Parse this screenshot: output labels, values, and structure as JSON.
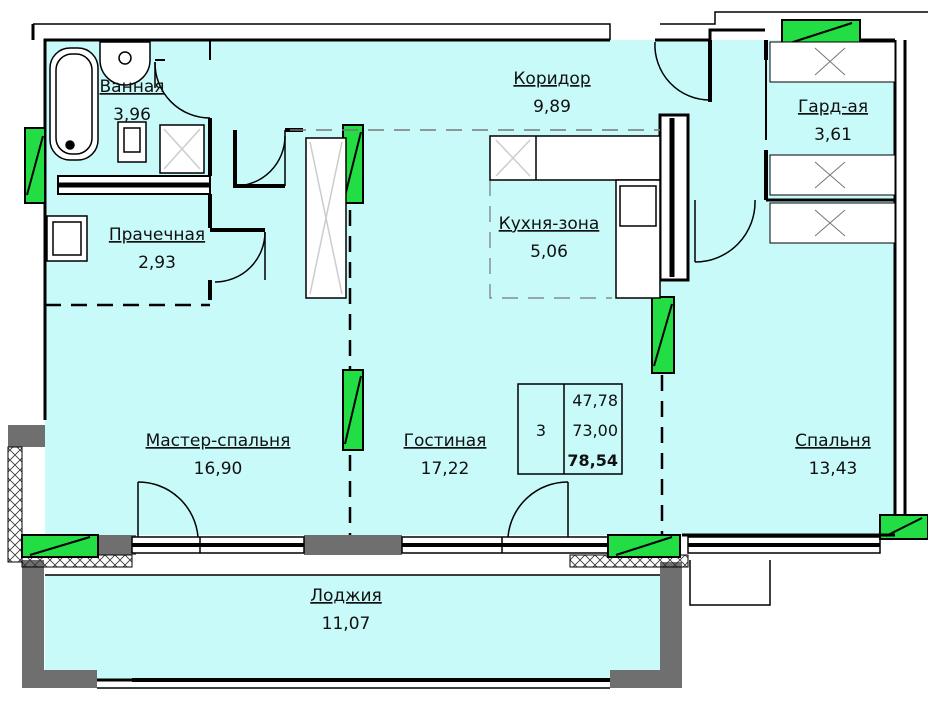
{
  "rooms": {
    "bathroom": {
      "name": "Ванная",
      "area": "3,96"
    },
    "corridor": {
      "name": "Коридор",
      "area": "9,89"
    },
    "wardrobe": {
      "name": "Гард-ая",
      "area": "3,61"
    },
    "laundry": {
      "name": "Прачечная",
      "area": "2,93"
    },
    "kitchen": {
      "name": "Кухня-зона",
      "area": "5,06"
    },
    "master": {
      "name": "Мастер-спальня",
      "area": "16,90"
    },
    "living": {
      "name": "Гостиная",
      "area": "17,22"
    },
    "bedroom": {
      "name": "Спальня",
      "area": "13,43"
    },
    "loggia": {
      "name": "Лоджия",
      "area": "11,07"
    }
  },
  "summary": {
    "rooms_count": "3",
    "living_area": "47,78",
    "total_area": "73,00",
    "total_with_loggia": "78,54"
  },
  "colors": {
    "floor": "#c8fafa",
    "wall": "#000000",
    "window": "#22dd44",
    "column": "#6f6f6f"
  }
}
